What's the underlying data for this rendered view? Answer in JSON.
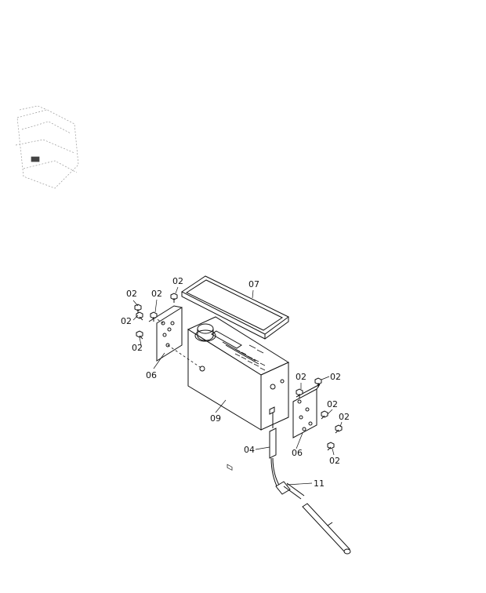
{
  "diagram": {
    "callouts": [
      {
        "id": "c-02-a",
        "text": "02"
      },
      {
        "id": "c-02-b",
        "text": "02"
      },
      {
        "id": "c-02-c",
        "text": "02"
      },
      {
        "id": "c-02-d",
        "text": "02"
      },
      {
        "id": "c-02-e",
        "text": "02"
      },
      {
        "id": "c-07",
        "text": "07"
      },
      {
        "id": "c-06-left",
        "text": "06"
      },
      {
        "id": "c-09",
        "text": "09"
      },
      {
        "id": "c-02-f",
        "text": "02"
      },
      {
        "id": "c-02-g",
        "text": "02"
      },
      {
        "id": "c-02-h",
        "text": "02"
      },
      {
        "id": "c-02-i",
        "text": "02"
      },
      {
        "id": "c-02-j",
        "text": "02"
      },
      {
        "id": "c-06-right",
        "text": "06"
      },
      {
        "id": "c-04",
        "text": "04"
      },
      {
        "id": "c-11",
        "text": "11"
      }
    ]
  }
}
